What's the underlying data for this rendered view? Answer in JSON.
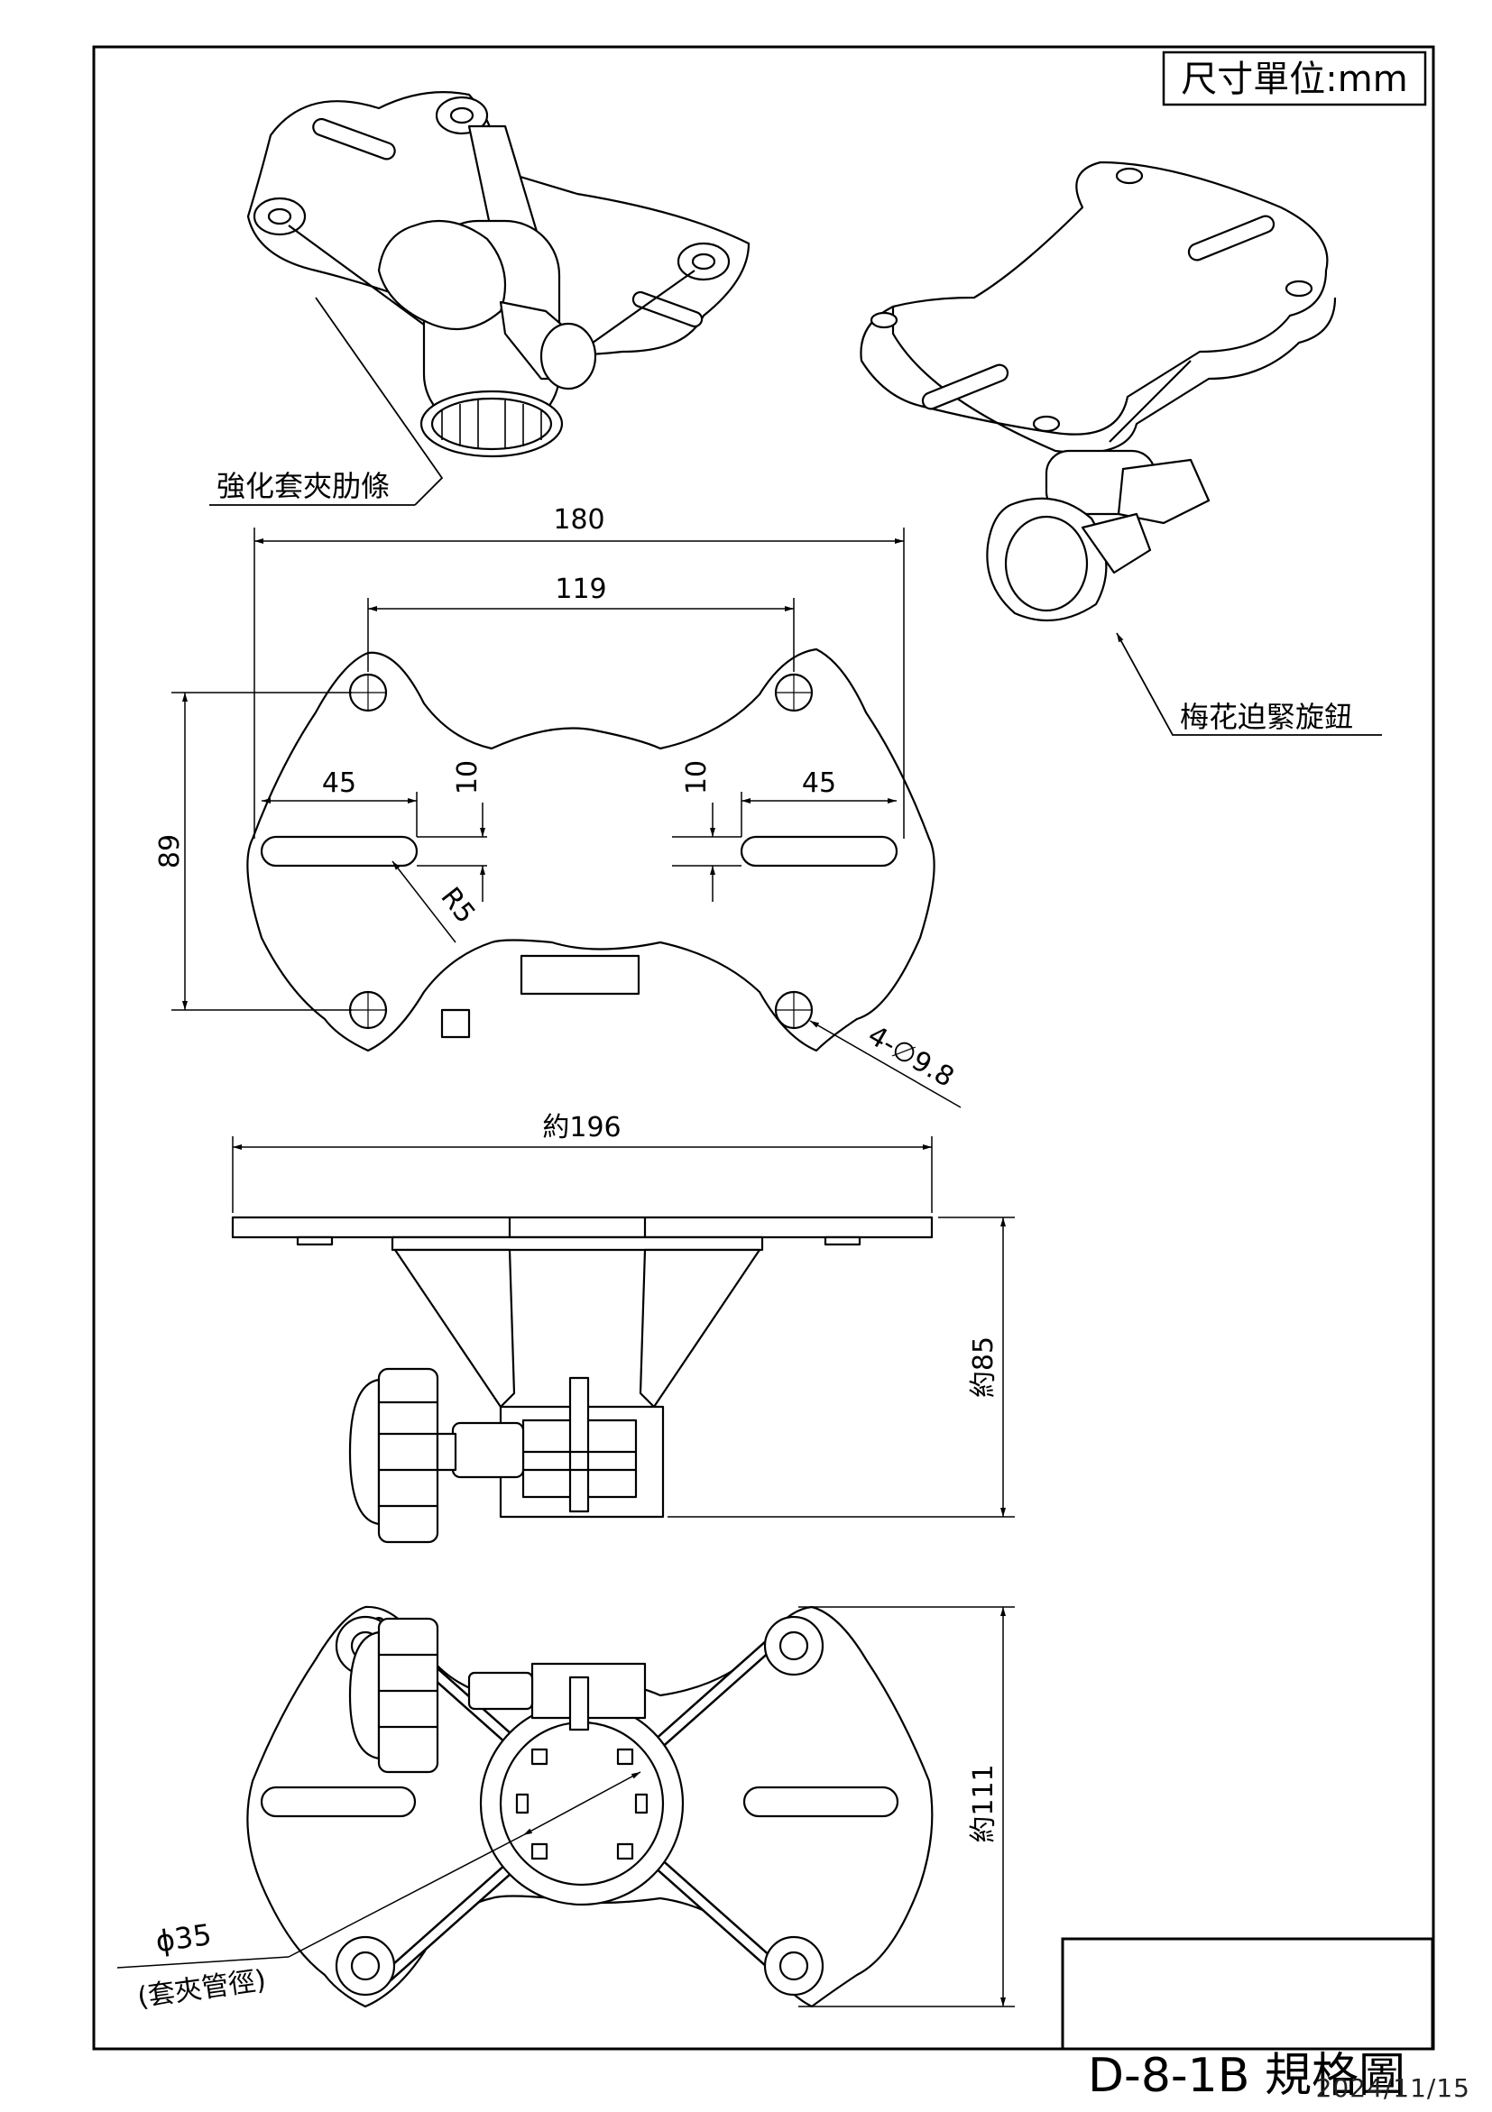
{
  "header": {
    "unit_label": "尺寸單位:mm"
  },
  "callouts": {
    "rib": "強化套夾肋條",
    "knob": "梅花迫緊旋鈕",
    "pipe_dia": "ϕ35",
    "pipe_note": "(套夾管徑)"
  },
  "dimensions": {
    "width_total": "180",
    "hole_spacing": "119",
    "height": "89",
    "slot_left": "45",
    "slot_right": "45",
    "slot_w_left": "10",
    "slot_w_right": "10",
    "radius": "R5",
    "holes": "4-∅9.8",
    "side_width": "約196",
    "side_height": "約85",
    "bottom_height": "約111"
  },
  "footer": {
    "title": "D-8-1B 規格圖",
    "date": "2024/11/15"
  }
}
